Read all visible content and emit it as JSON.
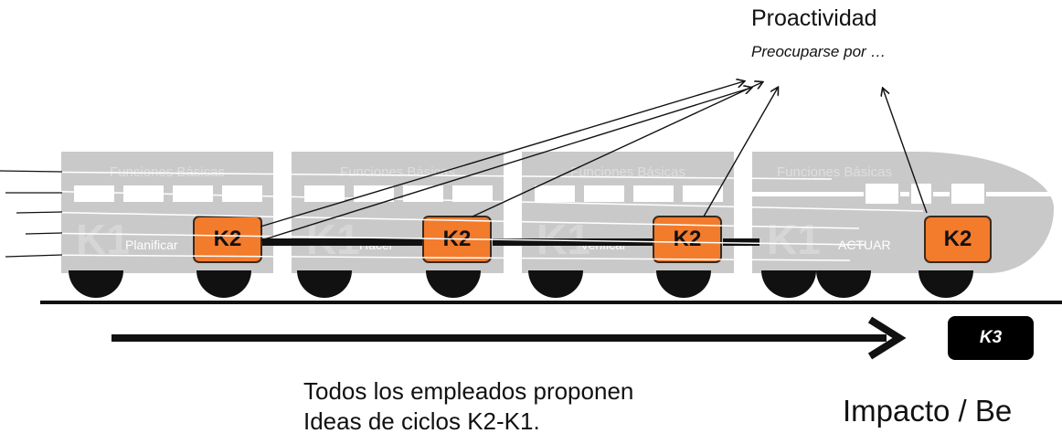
{
  "header": {
    "title": "Proactividad",
    "subtitle": "Preocuparse por …"
  },
  "train": {
    "function_label": "Funciones Básicas",
    "k1_label": "K1",
    "k2_label": "K2",
    "cars": [
      {
        "phase": "Planificar"
      },
      {
        "phase": "Hacer"
      },
      {
        "phase": "Verificar"
      },
      {
        "phase": "ACTUAR"
      }
    ]
  },
  "k3_label": "K3",
  "caption": {
    "line1": "Todos los empleados proponen",
    "line2": "Ideas de ciclos K2-K1."
  },
  "impact_label": "Impacto / Be",
  "colors": {
    "car": "#c9c9c9",
    "k2_fill": "#f37b2c",
    "ink": "#111111"
  }
}
